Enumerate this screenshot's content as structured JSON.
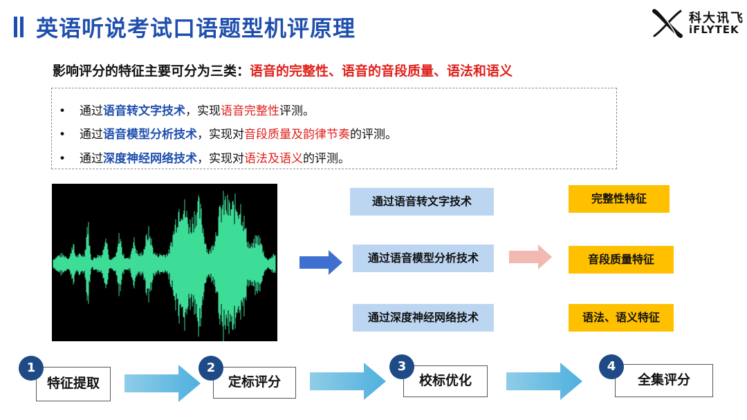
{
  "header": {
    "title": "英语听说考试口语题型机评原理",
    "logo_cn": "科大讯飞",
    "logo_en": "iFLYTEK"
  },
  "subtitle": {
    "prefix": "影响评分的特征主要可分为三类：",
    "highlight": "语音的完整性、语音的音段质量、语法和语义"
  },
  "bullets": [
    {
      "mark": "•",
      "pre": "通过",
      "tech": "语音转文字技术",
      "mid": "，实现",
      "target": "语音完整性",
      "post": "评测。"
    },
    {
      "mark": "•",
      "pre": "通过",
      "tech": "语音模型分析技术",
      "mid": "，实现对",
      "target": "音段质量及韵律节奏",
      "post": "的评测。"
    },
    {
      "mark": "•",
      "pre": "通过",
      "tech": "深度神经网络技术",
      "mid": "，实现对",
      "target": "语法及语义",
      "post": "的评测。"
    }
  ],
  "tech_boxes": [
    "通过语音转文字技术",
    "通过语音模型分析技术",
    "通过深度神经网络技术"
  ],
  "feature_boxes": [
    "完整性特征",
    "音段质量特征",
    "语法、语义特征"
  ],
  "steps": [
    {
      "num": "1",
      "label": "特征提取"
    },
    {
      "num": "2",
      "label": "定标评分"
    },
    {
      "num": "3",
      "label": "校标优化"
    },
    {
      "num": "4",
      "label": "全集评分"
    }
  ],
  "colors": {
    "title_blue": "#1f4fae",
    "highlight_red": "#e0201b",
    "tech_box": "#bcd6f2",
    "feature_box": "#ffc000",
    "wave_green": "#3ddc97",
    "step_circle": "#1e4a86"
  }
}
